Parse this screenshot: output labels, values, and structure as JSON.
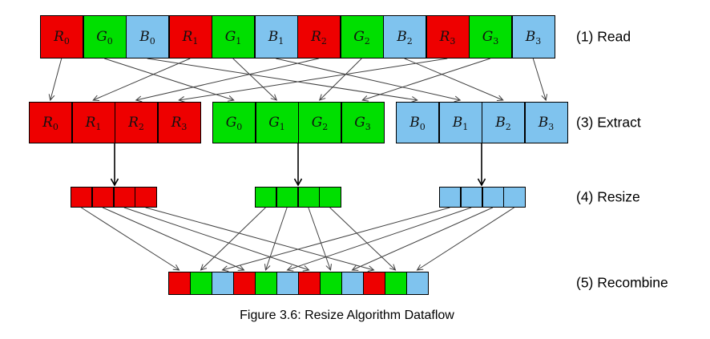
{
  "colors": {
    "red": "#ee0000",
    "green": "#00df00",
    "blue": "#7fc3ee",
    "line": "#404040",
    "thick_arrow": "#000000",
    "border": "#000000",
    "background": "#ffffff"
  },
  "caption": "Figure 3.6: Resize Algorithm Dataflow",
  "stages": {
    "read": {
      "label": "(1) Read"
    },
    "extract": {
      "label": "(3) Extract"
    },
    "resize": {
      "label": "(4) Resize"
    },
    "recombine": {
      "label": "(5) Recombine"
    }
  },
  "read_row": {
    "cells": [
      {
        "text": "R",
        "sub": "0",
        "channel": "red"
      },
      {
        "text": "G",
        "sub": "0",
        "channel": "green"
      },
      {
        "text": "B",
        "sub": "0",
        "channel": "blue"
      },
      {
        "text": "R",
        "sub": "1",
        "channel": "red"
      },
      {
        "text": "G",
        "sub": "1",
        "channel": "green"
      },
      {
        "text": "B",
        "sub": "1",
        "channel": "blue"
      },
      {
        "text": "R",
        "sub": "2",
        "channel": "red"
      },
      {
        "text": "G",
        "sub": "2",
        "channel": "green"
      },
      {
        "text": "B",
        "sub": "2",
        "channel": "blue"
      },
      {
        "text": "R",
        "sub": "3",
        "channel": "red"
      },
      {
        "text": "G",
        "sub": "3",
        "channel": "green"
      },
      {
        "text": "B",
        "sub": "3",
        "channel": "blue"
      }
    ]
  },
  "extract_row": {
    "groups": [
      {
        "channel": "red",
        "cells": [
          {
            "text": "R",
            "sub": "0"
          },
          {
            "text": "R",
            "sub": "1"
          },
          {
            "text": "R",
            "sub": "2"
          },
          {
            "text": "R",
            "sub": "3"
          }
        ]
      },
      {
        "channel": "green",
        "cells": [
          {
            "text": "G",
            "sub": "0"
          },
          {
            "text": "G",
            "sub": "1"
          },
          {
            "text": "G",
            "sub": "2"
          },
          {
            "text": "G",
            "sub": "3"
          }
        ]
      },
      {
        "channel": "blue",
        "cells": [
          {
            "text": "B",
            "sub": "0"
          },
          {
            "text": "B",
            "sub": "1"
          },
          {
            "text": "B",
            "sub": "2"
          },
          {
            "text": "B",
            "sub": "3"
          }
        ]
      }
    ]
  },
  "resize_row": {
    "groups": [
      {
        "channel": "red",
        "cell_count": 4
      },
      {
        "channel": "green",
        "cell_count": 4
      },
      {
        "channel": "blue",
        "cell_count": 4
      }
    ]
  },
  "recombine_row": {
    "pattern": [
      "red",
      "green",
      "blue",
      "red",
      "green",
      "blue",
      "red",
      "green",
      "blue",
      "red",
      "green",
      "blue"
    ]
  }
}
